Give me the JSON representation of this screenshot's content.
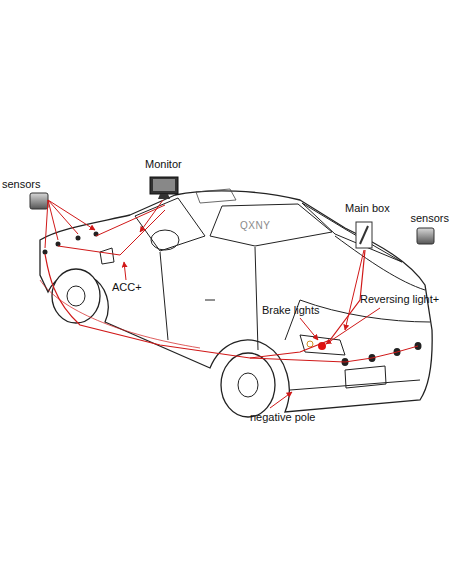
{
  "diagram": {
    "labels": [
      "sensors",
      "Monitor",
      "QXNY",
      "Main box",
      "sensors",
      "ACC+",
      "Brake lights",
      "Reversing light+",
      "negative pole"
    ]
  }
}
